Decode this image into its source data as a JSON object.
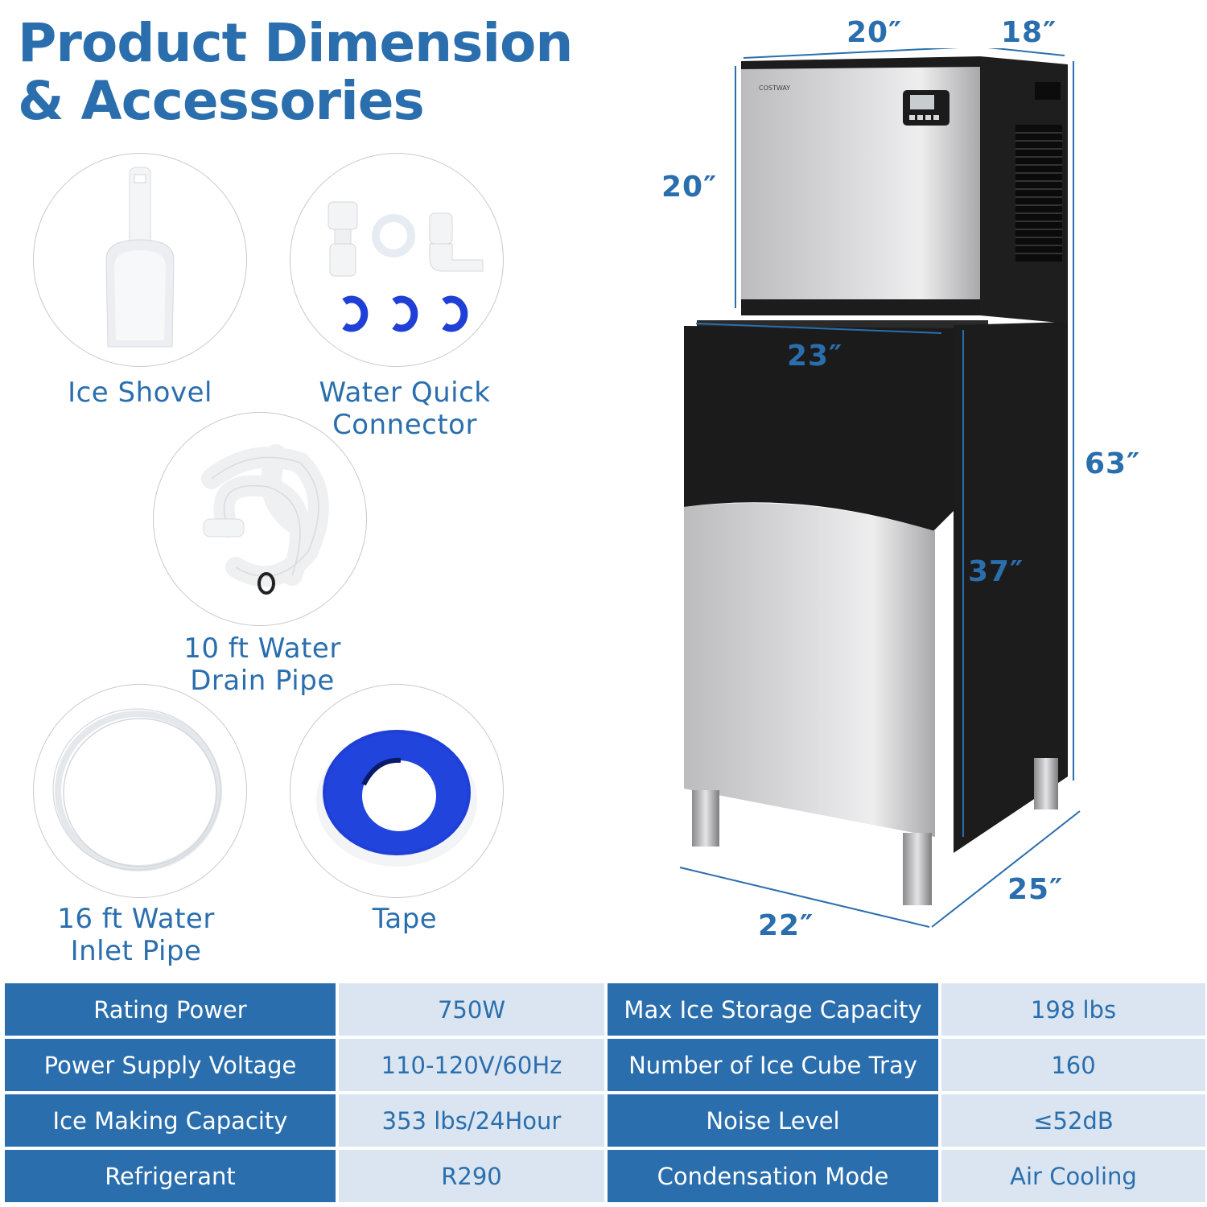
{
  "title": {
    "line1": "Product Dimension",
    "line2": "& Accessories"
  },
  "accessories": [
    {
      "label_line1": "Ice Shovel",
      "label_line2": "",
      "icon": "ice-shovel"
    },
    {
      "label_line1": "Water Quick",
      "label_line2": "Connector",
      "icon": "water-quick-connector"
    },
    {
      "label_line1": "10 ft Water",
      "label_line2": "Drain Pipe",
      "icon": "drain-pipe"
    },
    {
      "label_line1": "16 ft Water",
      "label_line2": "Inlet Pipe",
      "icon": "inlet-pipe"
    },
    {
      "label_line1": "Tape",
      "label_line2": "",
      "icon": "tape"
    }
  ],
  "product": {
    "brand": "COSTWAY",
    "dimensions": {
      "top_width": "20″",
      "top_depth": "18″",
      "top_height": "20″",
      "bin_width": "23″",
      "total_height": "63″",
      "bin_height": "37″",
      "base_width": "22″",
      "base_depth": "25″"
    }
  },
  "specs": {
    "left": [
      {
        "label": "Rating Power",
        "value": "750W"
      },
      {
        "label": "Power Supply Voltage",
        "value": "110-120V/60Hz"
      },
      {
        "label": "Ice Making Capacity",
        "value": "353 lbs/24Hour"
      },
      {
        "label": "Refrigerant",
        "value": "R290"
      }
    ],
    "right": [
      {
        "label": "Max Ice Storage Capacity",
        "value": "198 lbs"
      },
      {
        "label": "Number of Ice Cube Tray",
        "value": "160"
      },
      {
        "label": "Noise Level",
        "value": "≤52dB"
      },
      {
        "label": "Condensation Mode",
        "value": "Air Cooling"
      }
    ]
  },
  "colors": {
    "accent": "#2a6ead",
    "table_value_bg": "#dae5f1",
    "tape_blue": "#1f3fd6"
  }
}
